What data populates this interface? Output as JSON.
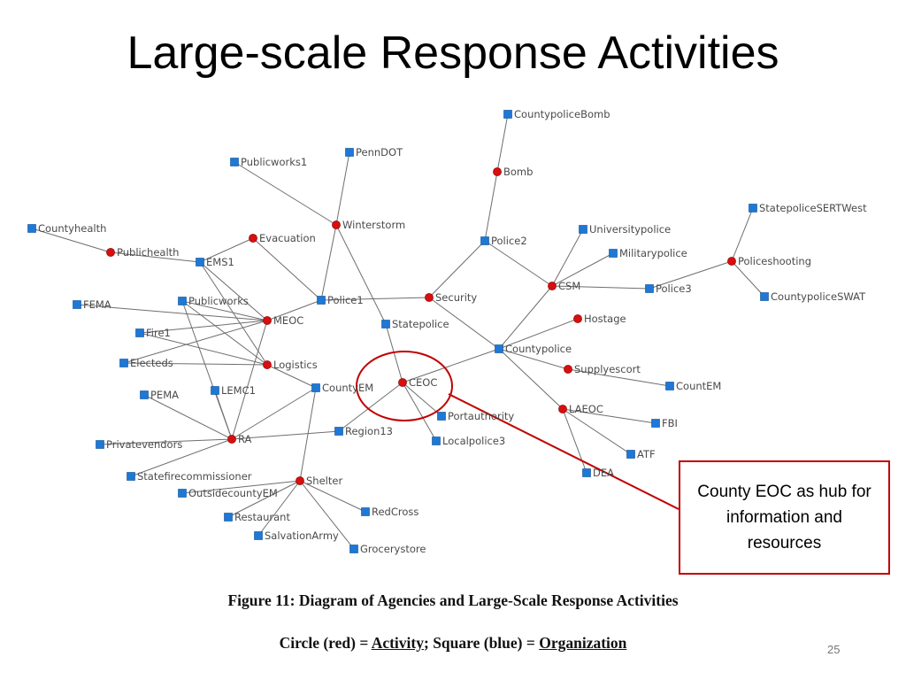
{
  "title": "Large-scale Response Activities",
  "colors": {
    "activity": "#d80f0f",
    "organization": "#1e78d6",
    "edge": "#6e6e6e",
    "highlight": "#c00000"
  },
  "nodes": [
    {
      "id": "CountypoliceBomb",
      "label": "CountypoliceBomb",
      "kind": "organization"
    },
    {
      "id": "Bomb",
      "label": "Bomb",
      "kind": "activity"
    },
    {
      "id": "PennDOT",
      "label": "PennDOT",
      "kind": "organization"
    },
    {
      "id": "Publicworks1",
      "label": "Publicworks1",
      "kind": "organization"
    },
    {
      "id": "Winterstorm",
      "label": "Winterstorm",
      "kind": "activity"
    },
    {
      "id": "Countyhealth",
      "label": "Countyhealth",
      "kind": "organization"
    },
    {
      "id": "Publichealth",
      "label": "Publichealth",
      "kind": "activity"
    },
    {
      "id": "Evacuation",
      "label": "Evacuation",
      "kind": "activity"
    },
    {
      "id": "EMS1",
      "label": "EMS1",
      "kind": "organization"
    },
    {
      "id": "Police2",
      "label": "Police2",
      "kind": "organization"
    },
    {
      "id": "Universitypolice",
      "label": "Universitypolice",
      "kind": "organization"
    },
    {
      "id": "Militarypolice",
      "label": "Militarypolice",
      "kind": "organization"
    },
    {
      "id": "StatepoliceSERTWest",
      "label": "StatepoliceSERTWest",
      "kind": "organization"
    },
    {
      "id": "Policeshooting",
      "label": "Policeshooting",
      "kind": "activity"
    },
    {
      "id": "CountypoliceSWAT",
      "label": "CountypoliceSWAT",
      "kind": "organization"
    },
    {
      "id": "CSM",
      "label": "CSM",
      "kind": "activity"
    },
    {
      "id": "Police3",
      "label": "Police3",
      "kind": "organization"
    },
    {
      "id": "FEMA",
      "label": "FEMA",
      "kind": "organization"
    },
    {
      "id": "Publicworks",
      "label": "Publicworks",
      "kind": "organization"
    },
    {
      "id": "MEOC",
      "label": "MEOC",
      "kind": "activity"
    },
    {
      "id": "Police1",
      "label": "Police1",
      "kind": "organization"
    },
    {
      "id": "Security",
      "label": "Security",
      "kind": "activity"
    },
    {
      "id": "Hostage",
      "label": "Hostage",
      "kind": "activity"
    },
    {
      "id": "Fire1",
      "label": "Fire1",
      "kind": "organization"
    },
    {
      "id": "Statepolice",
      "label": "Statepolice",
      "kind": "organization"
    },
    {
      "id": "Countypolice",
      "label": "Countypolice",
      "kind": "organization"
    },
    {
      "id": "Electeds",
      "label": "Electeds",
      "kind": "organization"
    },
    {
      "id": "Logistics",
      "label": "Logistics",
      "kind": "activity"
    },
    {
      "id": "Supplyescort",
      "label": "Supplyescort",
      "kind": "activity"
    },
    {
      "id": "PEMA",
      "label": "PEMA",
      "kind": "organization"
    },
    {
      "id": "LEMC1",
      "label": "LEMC1",
      "kind": "organization"
    },
    {
      "id": "CountyEM",
      "label": "CountyEM",
      "kind": "organization"
    },
    {
      "id": "CEOC",
      "label": "CEOC",
      "kind": "activity"
    },
    {
      "id": "CountEM",
      "label": "CountEM",
      "kind": "organization"
    },
    {
      "id": "Portauthority",
      "label": "Portauthority",
      "kind": "organization"
    },
    {
      "id": "LAEOC",
      "label": "LAEOC",
      "kind": "activity"
    },
    {
      "id": "FBI",
      "label": "FBI",
      "kind": "organization"
    },
    {
      "id": "Privatevendors",
      "label": "Privatevendors",
      "kind": "organization"
    },
    {
      "id": "RA",
      "label": "RA",
      "kind": "activity"
    },
    {
      "id": "Region13",
      "label": "Region13",
      "kind": "organization"
    },
    {
      "id": "Localpolice3",
      "label": "Localpolice3",
      "kind": "organization"
    },
    {
      "id": "ATF",
      "label": "ATF",
      "kind": "organization"
    },
    {
      "id": "DEA",
      "label": "DEA",
      "kind": "organization"
    },
    {
      "id": "Statefirecommissioner",
      "label": "Statefirecommissioner",
      "kind": "organization"
    },
    {
      "id": "Shelter",
      "label": "Shelter",
      "kind": "activity"
    },
    {
      "id": "OutsidecountyEM",
      "label": "OutsidecountyEM",
      "kind": "organization"
    },
    {
      "id": "Restaurant",
      "label": "Restaurant",
      "kind": "organization"
    },
    {
      "id": "RedCross",
      "label": "RedCross",
      "kind": "organization"
    },
    {
      "id": "SalvationArmy",
      "label": "SalvationArmy",
      "kind": "organization"
    },
    {
      "id": "Grocerystore",
      "label": "Grocerystore",
      "kind": "organization"
    }
  ],
  "edges": [
    [
      "CountypoliceBomb",
      "Bomb"
    ],
    [
      "Bomb",
      "Police2"
    ],
    [
      "Police2",
      "Security"
    ],
    [
      "Police2",
      "CSM"
    ],
    [
      "PennDOT",
      "Winterstorm"
    ],
    [
      "Publicworks1",
      "Winterstorm"
    ],
    [
      "Winterstorm",
      "Police1"
    ],
    [
      "Winterstorm",
      "Statepolice"
    ],
    [
      "Countyhealth",
      "Publichealth"
    ],
    [
      "Publichealth",
      "EMS1"
    ],
    [
      "Evacuation",
      "EMS1"
    ],
    [
      "Evacuation",
      "Police1"
    ],
    [
      "EMS1",
      "MEOC"
    ],
    [
      "EMS1",
      "Logistics"
    ],
    [
      "Universitypolice",
      "CSM"
    ],
    [
      "Militarypolice",
      "CSM"
    ],
    [
      "CSM",
      "Police3"
    ],
    [
      "CSM",
      "Countypolice"
    ],
    [
      "StatepoliceSERTWest",
      "Policeshooting"
    ],
    [
      "Policeshooting",
      "CountypoliceSWAT"
    ],
    [
      "Policeshooting",
      "Police3"
    ],
    [
      "FEMA",
      "MEOC"
    ],
    [
      "Publicworks",
      "MEOC"
    ],
    [
      "Publicworks",
      "Logistics"
    ],
    [
      "Publicworks",
      "RA"
    ],
    [
      "MEOC",
      "Police1"
    ],
    [
      "MEOC",
      "Fire1"
    ],
    [
      "MEOC",
      "Electeds"
    ],
    [
      "MEOC",
      "RA"
    ],
    [
      "Fire1",
      "Logistics"
    ],
    [
      "Electeds",
      "Logistics"
    ],
    [
      "Logistics",
      "CountyEM"
    ],
    [
      "Police1",
      "Security"
    ],
    [
      "Security",
      "Countypolice"
    ],
    [
      "Statepolice",
      "CEOC"
    ],
    [
      "Hostage",
      "Countypolice"
    ],
    [
      "Countypolice",
      "CEOC"
    ],
    [
      "Countypolice",
      "Supplyescort"
    ],
    [
      "Countypolice",
      "LAEOC"
    ],
    [
      "Supplyescort",
      "CountEM"
    ],
    [
      "PEMA",
      "RA"
    ],
    [
      "LEMC1",
      "RA"
    ],
    [
      "CountyEM",
      "RA"
    ],
    [
      "CountyEM",
      "Shelter"
    ],
    [
      "CEOC",
      "Region13"
    ],
    [
      "CEOC",
      "Portauthority"
    ],
    [
      "CEOC",
      "Localpolice3"
    ],
    [
      "LAEOC",
      "FBI"
    ],
    [
      "LAEOC",
      "ATF"
    ],
    [
      "LAEOC",
      "DEA"
    ],
    [
      "Privatevendors",
      "RA"
    ],
    [
      "RA",
      "Statefirecommissioner"
    ],
    [
      "RA",
      "Region13"
    ],
    [
      "Shelter",
      "OutsidecountyEM"
    ],
    [
      "Shelter",
      "Restaurant"
    ],
    [
      "Shelter",
      "RedCross"
    ],
    [
      "Shelter",
      "SalvationArmy"
    ],
    [
      "Shelter",
      "Grocerystore"
    ]
  ],
  "highlight": {
    "node": "CEOC"
  },
  "callout": {
    "text": "County EOC as hub for information and resources"
  },
  "caption": {
    "line1": "Figure 11: Diagram of Agencies and Large-Scale Response Activities",
    "line2_part1": "Circle (red) = ",
    "line2_activity": "Activity",
    "line2_part2": "; Square (blue) = ",
    "line2_organization": "Organization"
  },
  "page_number": "25"
}
